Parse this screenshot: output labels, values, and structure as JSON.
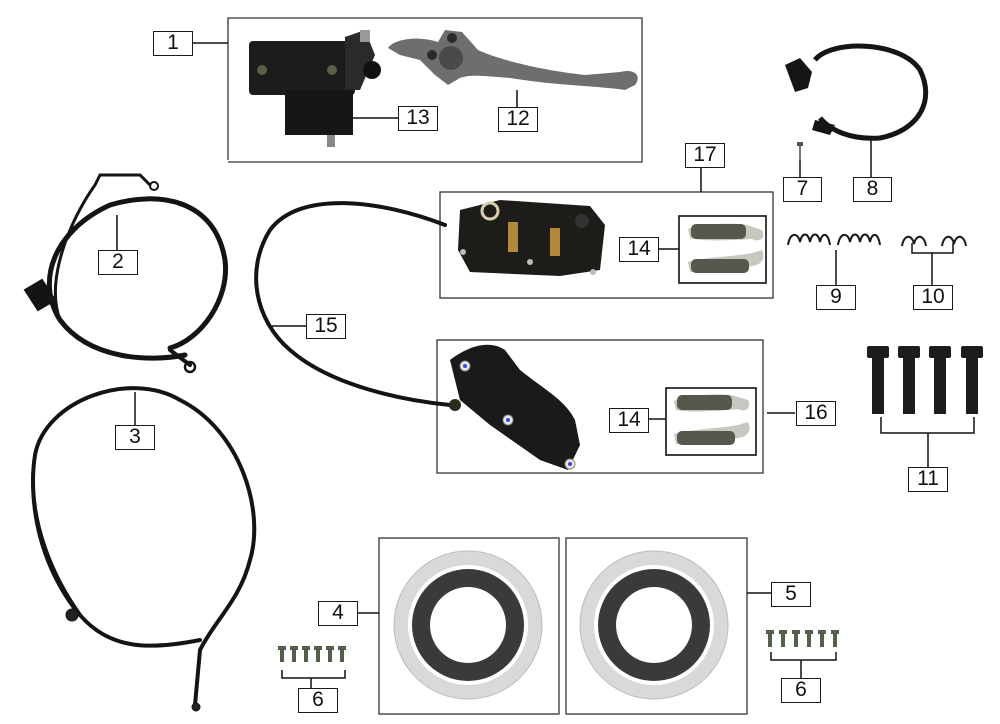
{
  "diagram": {
    "title": "Brake system exploded parts diagram",
    "callouts": [
      {
        "id": "c1",
        "label": "1",
        "part": "front-brake-master-cylinder-assembly"
      },
      {
        "id": "c2",
        "label": "2",
        "part": "front-brake-hose"
      },
      {
        "id": "c3",
        "label": "3",
        "part": "rear-brake-hose"
      },
      {
        "id": "c4",
        "label": "4",
        "part": "front-brake-disc-left"
      },
      {
        "id": "c5",
        "label": "5",
        "part": "front-brake-disc-right"
      },
      {
        "id": "c6a",
        "label": "6",
        "part": "disc-bolts-left"
      },
      {
        "id": "c6b",
        "label": "6",
        "part": "disc-bolts-right"
      },
      {
        "id": "c7",
        "label": "7",
        "part": "sensor-bolt"
      },
      {
        "id": "c8",
        "label": "8",
        "part": "speed-sensor"
      },
      {
        "id": "c9",
        "label": "9",
        "part": "hose-clips"
      },
      {
        "id": "c10",
        "label": "10",
        "part": "hose-clamps"
      },
      {
        "id": "c11",
        "label": "11",
        "part": "caliper-mounting-bolts"
      },
      {
        "id": "c12",
        "label": "12",
        "part": "brake-lever"
      },
      {
        "id": "c13",
        "label": "13",
        "part": "master-cylinder"
      },
      {
        "id": "c14a",
        "label": "14",
        "part": "brake-pads-upper"
      },
      {
        "id": "c14b",
        "label": "14",
        "part": "brake-pads-lower"
      },
      {
        "id": "c15",
        "label": "15",
        "part": "brake-line-to-calipers"
      },
      {
        "id": "c16",
        "label": "16",
        "part": "brake-caliper-lower-assembly"
      },
      {
        "id": "c17",
        "label": "17",
        "part": "brake-caliper-upper-assembly"
      }
    ]
  }
}
